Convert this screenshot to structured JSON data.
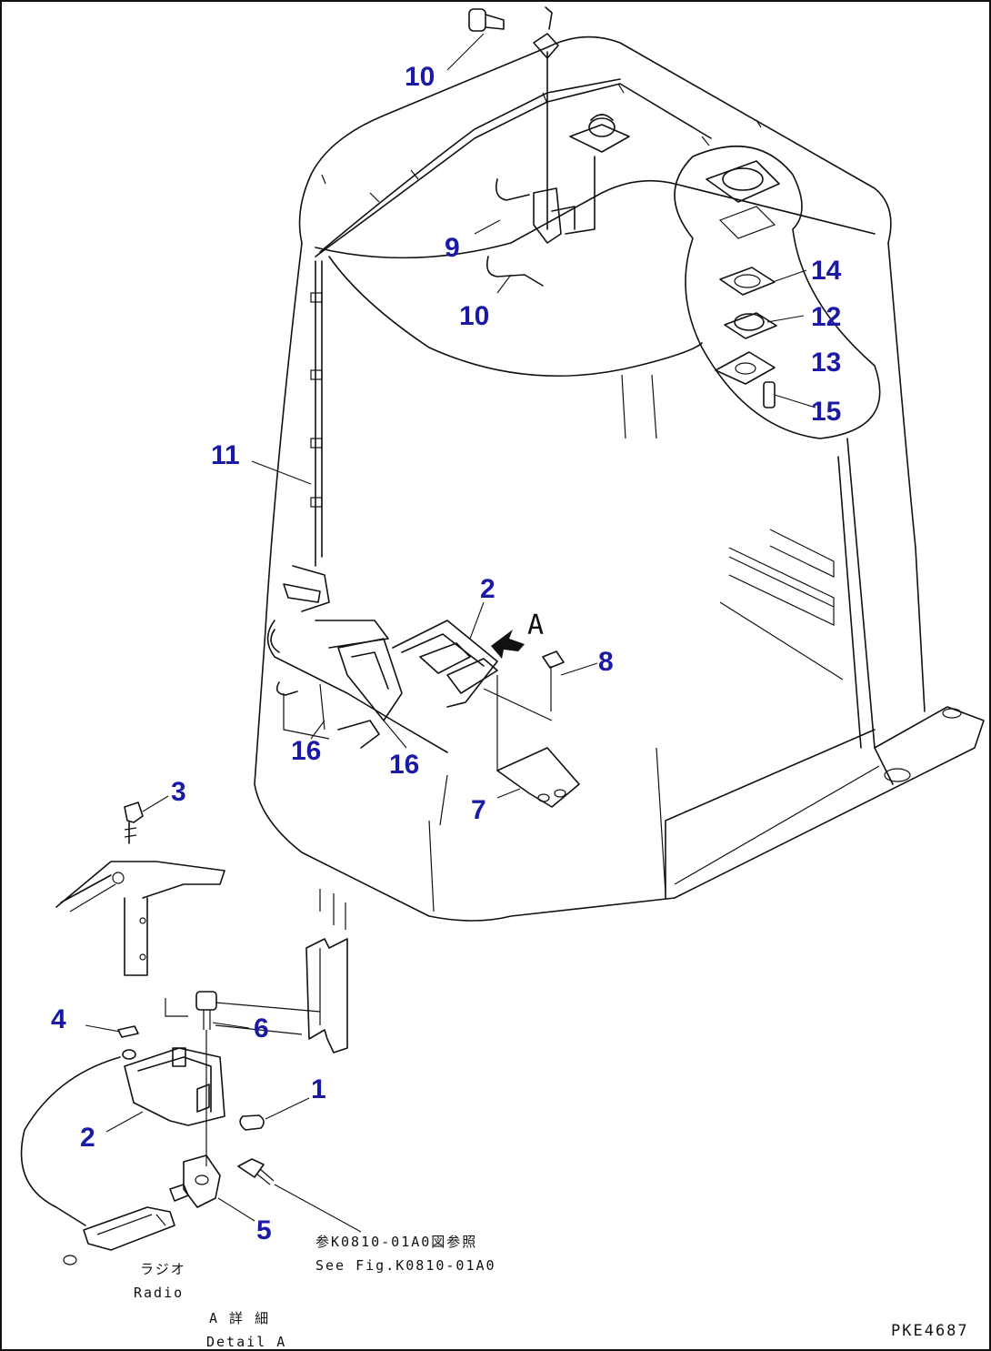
{
  "callouts": [
    {
      "id": "c10a",
      "label": "10"
    },
    {
      "id": "c9",
      "label": "9"
    },
    {
      "id": "c10b",
      "label": "10"
    },
    {
      "id": "c14",
      "label": "14"
    },
    {
      "id": "c12",
      "label": "12"
    },
    {
      "id": "c13",
      "label": "13"
    },
    {
      "id": "c15",
      "label": "15"
    },
    {
      "id": "c11",
      "label": "11"
    },
    {
      "id": "c2a",
      "label": "2"
    },
    {
      "id": "c8",
      "label": "8"
    },
    {
      "id": "c16a",
      "label": "16"
    },
    {
      "id": "c16b",
      "label": "16"
    },
    {
      "id": "c7",
      "label": "7"
    },
    {
      "id": "c3",
      "label": "3"
    },
    {
      "id": "c4",
      "label": "4"
    },
    {
      "id": "c6",
      "label": "6"
    },
    {
      "id": "c1",
      "label": "1"
    },
    {
      "id": "c2b",
      "label": "2"
    },
    {
      "id": "c5",
      "label": "5"
    }
  ],
  "view_marker": "A",
  "reference": {
    "jp": "参K0810-01A0図参照",
    "en": "See Fig.K0810-01A0"
  },
  "radio": {
    "jp": "ラジオ",
    "en": "Radio"
  },
  "detail": {
    "jp": "A 詳 細",
    "en": "Detail A"
  },
  "drawing_code": "PKE4687"
}
